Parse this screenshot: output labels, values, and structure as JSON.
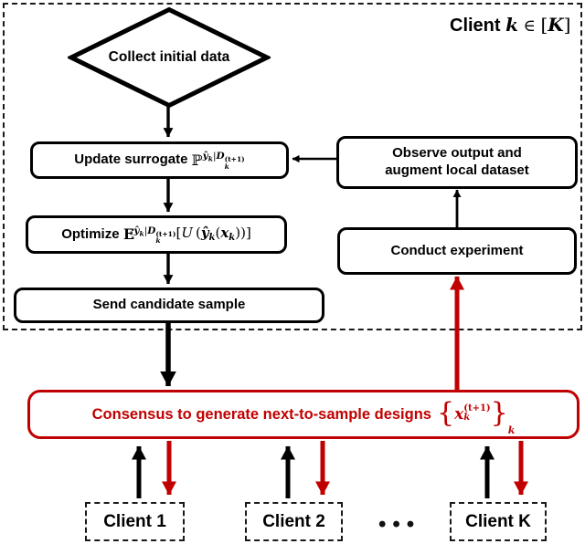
{
  "colors": {
    "accent_red": "#C00000",
    "line_black": "#000000"
  },
  "header": {
    "label": "Client",
    "k": "k",
    "in_symbol": "∈",
    "lbracket": "[",
    "K": "K",
    "rbracket": "]"
  },
  "diamond": {
    "label": "Collect initial data"
  },
  "update": {
    "label": "Update surrogate",
    "prob_symbol": "ℙ",
    "sub_yhat": "ŷ",
    "sub_k1": "k",
    "sub_bar": "|",
    "sub_D": "D",
    "sub_sup": "(t+1)",
    "sub_k2": "k"
  },
  "optimize": {
    "label": "Optimize",
    "exp_symbol": "E",
    "sub_yhat": "ŷ",
    "sub_k1": "k",
    "sub_bar": "|",
    "sub_D": "D",
    "sub_sup": "(t+1)",
    "sub_k2": "k",
    "arg_lbracket": "[",
    "arg_U": "U",
    "arg_lparen": "(",
    "arg_yhat": "ŷ",
    "arg_k1": "k",
    "arg_lparen2": "(",
    "arg_x": "x",
    "arg_k2": "k",
    "arg_close": "))]"
  },
  "send": {
    "label": "Send candidate sample"
  },
  "observe": {
    "line1": "Observe output and",
    "line2": "augment local dataset"
  },
  "conduct": {
    "label": "Conduct experiment"
  },
  "consensus": {
    "label": "Consensus to generate next-to-sample designs",
    "brace_left": "{",
    "x": "x",
    "sup": "(t+1)",
    "sub": "k",
    "brace_right": "}",
    "outer_sub": "k"
  },
  "clients": [
    {
      "label": "Client 1"
    },
    {
      "label": "Client 2"
    },
    {
      "label": "Client K"
    }
  ],
  "ellipsis": "•••"
}
